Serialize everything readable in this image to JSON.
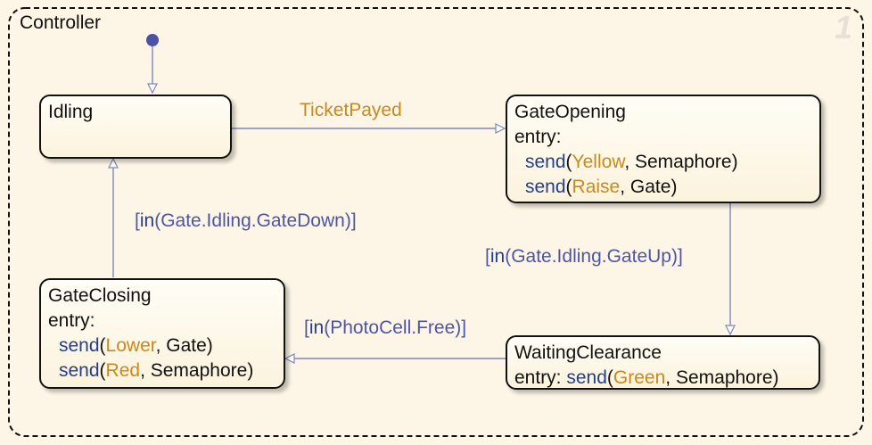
{
  "chart": {
    "title": "Controller",
    "number": "1"
  },
  "states": {
    "idling": {
      "name": "Idling"
    },
    "gate_opening": {
      "name": "GateOpening",
      "entry": "entry:",
      "actions": [
        {
          "fn": "send",
          "open": "(",
          "arg": "Yellow",
          "rest": ", Semaphore)"
        },
        {
          "fn": "send",
          "open": "(",
          "arg": "Raise",
          "rest": ", Gate)"
        }
      ]
    },
    "waiting_clearance": {
      "name": "WaitingClearance",
      "entry": "entry:",
      "actions": [
        {
          "fn": "send",
          "open": "(",
          "arg": "Green",
          "rest": ", Semaphore)"
        }
      ]
    },
    "gate_closing": {
      "name": "GateClosing",
      "entry": "entry:",
      "actions": [
        {
          "fn": "send",
          "open": "(",
          "arg": "Lower",
          "rest": ", Gate)"
        },
        {
          "fn": "send",
          "open": "(",
          "arg": "Red",
          "rest": ", Semaphore)"
        }
      ]
    }
  },
  "transitions": {
    "ticket": {
      "event": "TicketPayed"
    },
    "gate_up": {
      "open": "[",
      "kw": "in",
      "expr": "(Gate.Idling.GateUp)",
      "close": "]"
    },
    "photo": {
      "open": "[",
      "kw": "in",
      "expr": "(PhotoCell.Free)",
      "close": "]"
    },
    "gate_down": {
      "open": "[",
      "kw": "in",
      "expr": "(Gate.Idling.GateDown)",
      "close": "]"
    }
  },
  "colors": {
    "background": "#fdf6e6",
    "keyword": "#223f8f",
    "argument": "#c88a1a",
    "condition": "#4d55a8",
    "transition_line": "#7f86bf"
  }
}
